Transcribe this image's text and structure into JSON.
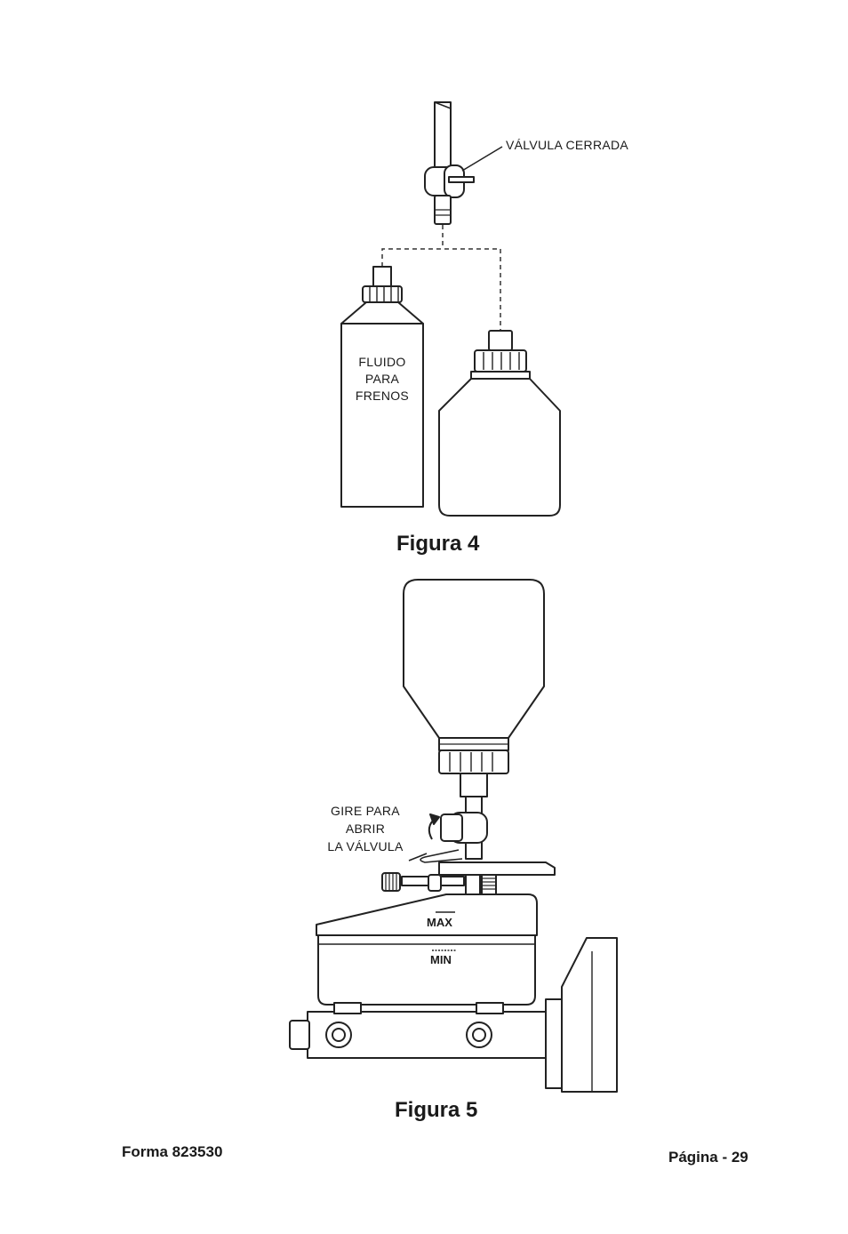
{
  "figure4": {
    "title": "Figura 4",
    "valve_label": "VÁLVULA CERRADA",
    "bottle_label_lines": [
      "FLUIDO",
      "PARA",
      "FRENOS"
    ]
  },
  "figure5": {
    "title": "Figura 5",
    "instruction_lines": [
      "GIRE PARA",
      "ABRIR",
      "LA VÁLVULA"
    ],
    "max_label": "MAX",
    "min_label": "MIN"
  },
  "footer": {
    "form_number": "Forma 823530",
    "page_number": "Página - 29"
  }
}
